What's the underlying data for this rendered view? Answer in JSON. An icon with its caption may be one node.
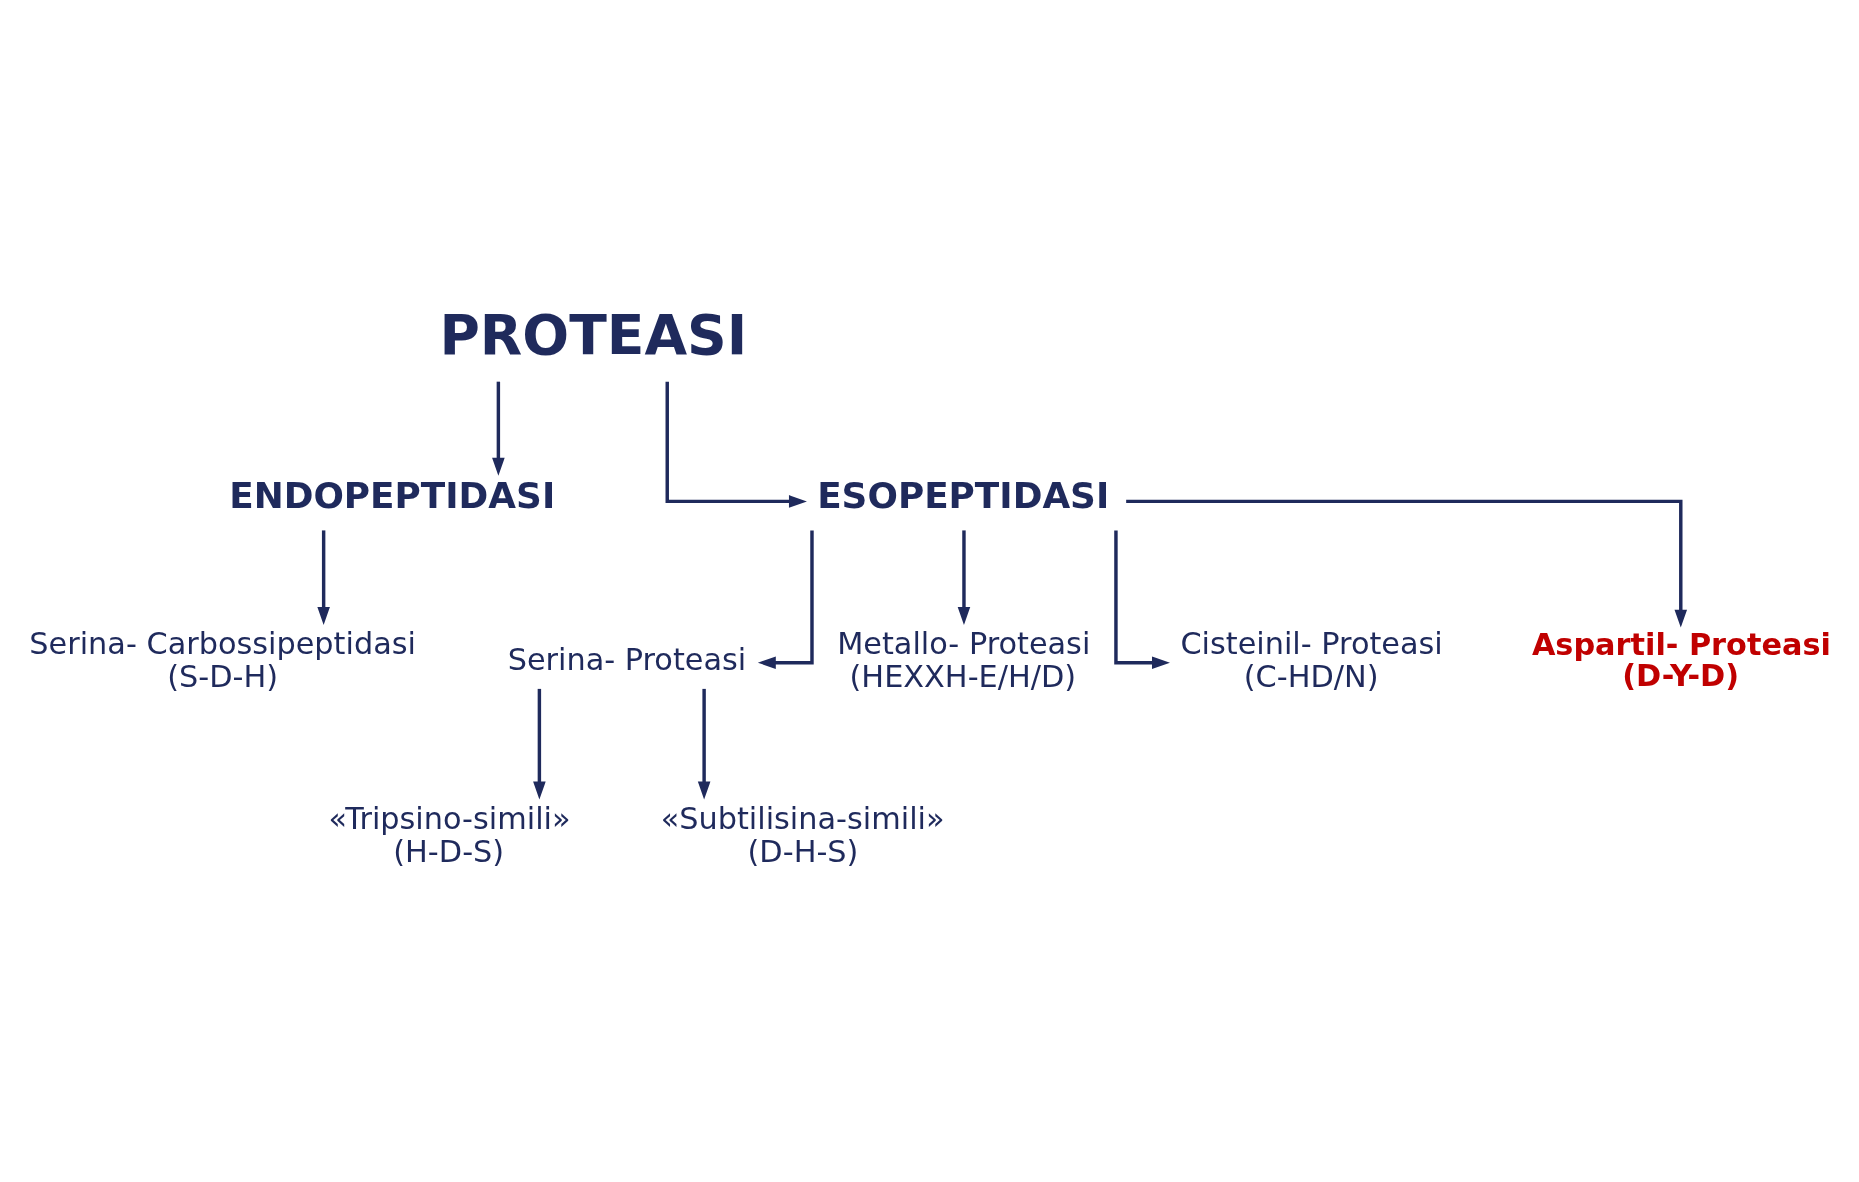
{
  "diagram": {
    "nodes": [
      {
        "text": [
          "PROTEASI"
        ]
      },
      {
        "text": [
          "ENDOPEPTIDASI"
        ]
      },
      {
        "text": [
          "ESOPEPTIDASI"
        ]
      },
      {
        "text": [
          "Serina- Carbossipeptidasi",
          "(S-D-H)"
        ]
      },
      {
        "text": [
          "Serina- Proteasi"
        ]
      },
      {
        "text": [
          "Metallo- Proteasi",
          "(HEXXH-E/H/D)"
        ]
      },
      {
        "text": [
          "Cisteinil- Proteasi",
          "(C-HD/N)"
        ]
      },
      {
        "text": [
          "Aspartil- Proteasi",
          "(D-Y-D)"
        ]
      },
      {
        "text": [
          "«Tripsino-simili»",
          "(H-D-S)"
        ]
      },
      {
        "text": [
          "«Subtilisina-simili»",
          "(D-H-S)"
        ]
      }
    ],
    "edges": [
      {
        "from": 0,
        "to": 1,
        "arrow": "to"
      },
      {
        "from": 0,
        "to": 2,
        "arrow": "to"
      },
      {
        "from": 1,
        "to": 3,
        "arrow": "to"
      },
      {
        "from": 2,
        "to": 4,
        "arrow": "to"
      },
      {
        "from": 2,
        "to": 5,
        "arrow": "to"
      },
      {
        "from": 2,
        "to": 6,
        "arrow": "to"
      },
      {
        "from": 2,
        "to": 7,
        "arrow": "to"
      },
      {
        "from": 4,
        "to": 8,
        "arrow": "to"
      },
      {
        "from": 4,
        "to": 9,
        "arrow": "to"
      }
    ]
  }
}
